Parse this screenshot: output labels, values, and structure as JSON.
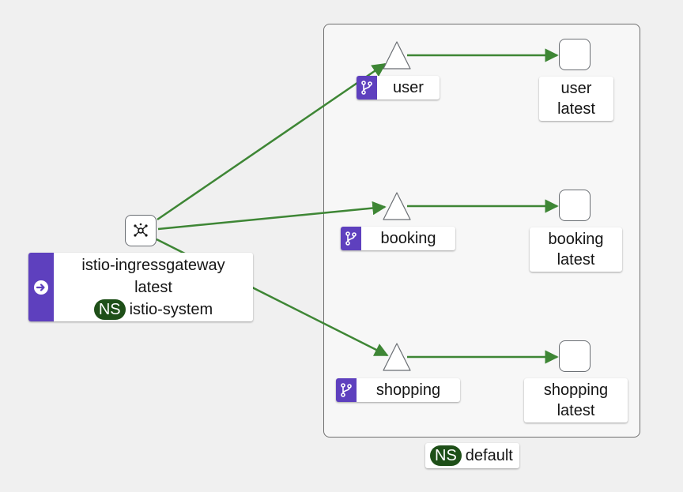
{
  "gateway": {
    "name": "istio-ingressgateway",
    "version": "latest",
    "ns_badge": "NS",
    "namespace": "istio-system"
  },
  "namespace_box": {
    "ns_badge": "NS",
    "name": "default"
  },
  "services": [
    {
      "name": "user",
      "workload_name": "user",
      "workload_version": "latest"
    },
    {
      "name": "booking",
      "workload_name": "booking",
      "workload_version": "latest"
    },
    {
      "name": "shopping",
      "workload_name": "shopping",
      "workload_version": "latest"
    }
  ],
  "colors": {
    "edge": "#3e8635",
    "badge_purple": "#5e40be",
    "ns_green": "#1e4f18",
    "node_border": "#6a6e73"
  },
  "icons": {
    "gateway": "network-hub-icon",
    "service_badge": "branch-icon",
    "gateway_badge": "arrow-right-circle-icon"
  }
}
